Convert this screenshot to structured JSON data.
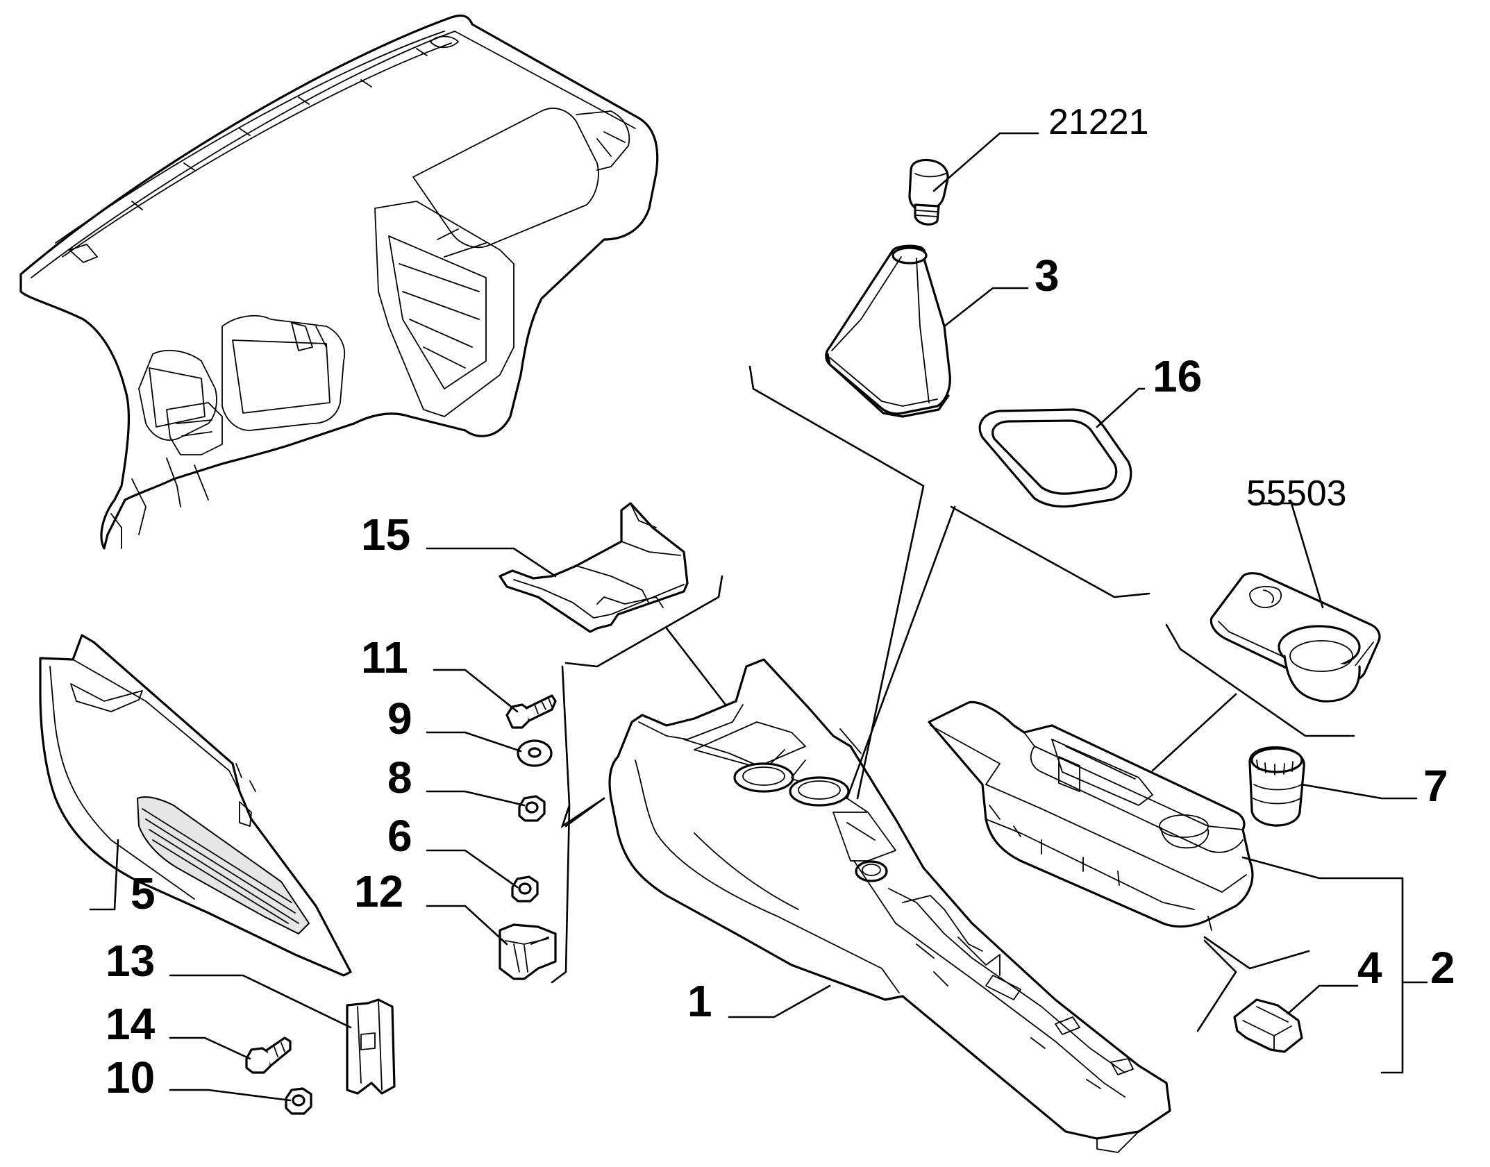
{
  "diagram": {
    "callouts": {
      "c21221": "21221",
      "c3": "3",
      "c16": "16",
      "c55503": "55503",
      "c15": "15",
      "c11": "11",
      "c9": "9",
      "c8": "8",
      "c6": "6",
      "c12": "12",
      "c5": "5",
      "c13": "13",
      "c14": "14",
      "c10": "10",
      "c1": "1",
      "c7": "7",
      "c4": "4",
      "c2": "2"
    },
    "colors": {
      "line": "#000000",
      "background": "#ffffff"
    }
  }
}
